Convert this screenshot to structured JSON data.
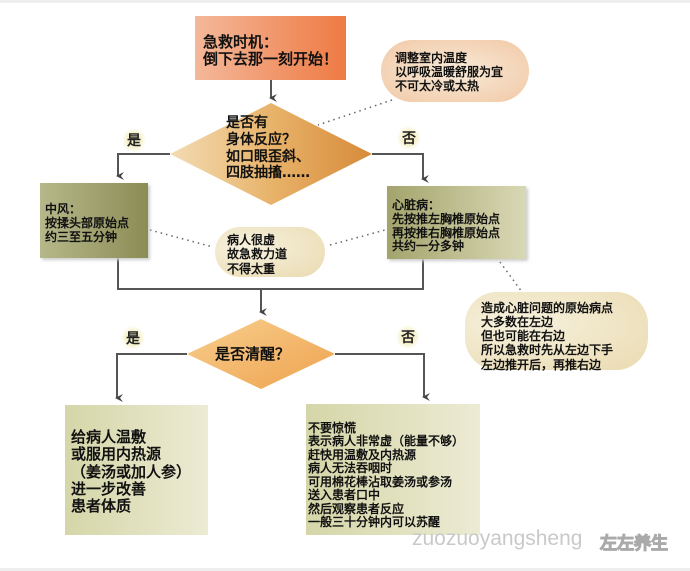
{
  "start": {
    "text": "急救时机：\n倒下去那一刻开始！"
  },
  "note_temperature": {
    "text": "调整室内温度\n以呼吸温暖舒服为宜\n不可太冷或太热"
  },
  "decision1": {
    "text": "是否有\n身体反应？\n如口眼歪斜、\n四肢抽搐……",
    "yes": "是",
    "no": "否"
  },
  "stroke_box": {
    "text": "中风：\n按揉头部原始点\n约三至五分钟"
  },
  "heart_box": {
    "text": "心脏病：\n先按推左胸椎原始点\n再按推右胸椎原始点\n共约一分多钟"
  },
  "note_weak": {
    "text": "病人很虚\n故急救力道\n不得太重"
  },
  "note_heart": {
    "text": "造成心脏问题的原始病点\n大多数在左边\n但也可能在右边\n所以急救时先从左边下手\n左边推开后，再推右边"
  },
  "decision2": {
    "text": "是否清醒？",
    "yes": "是",
    "no": "否"
  },
  "conscious_box": {
    "text": "给病人温敷\n或服用内热源\n（姜汤或加人参）\n进一步改善\n患者体质"
  },
  "unconscious_box": {
    "text": "不要惊慌\n表示病人非常虚（能量不够）\n赶快用温敷及内热源\n病人无法吞咽时\n可用棉花棒沾取姜汤或参汤\n送入患者口中\n然后观察患者反应\n一般三十分钟内可以苏醒"
  },
  "watermark": {
    "text": "zuozuoyangsheng",
    "name": "左左养生"
  },
  "colors": {
    "start": "#ee7a43",
    "diamond": "#e8b36a",
    "green_box": "#9c9c66",
    "line": "#555555"
  }
}
